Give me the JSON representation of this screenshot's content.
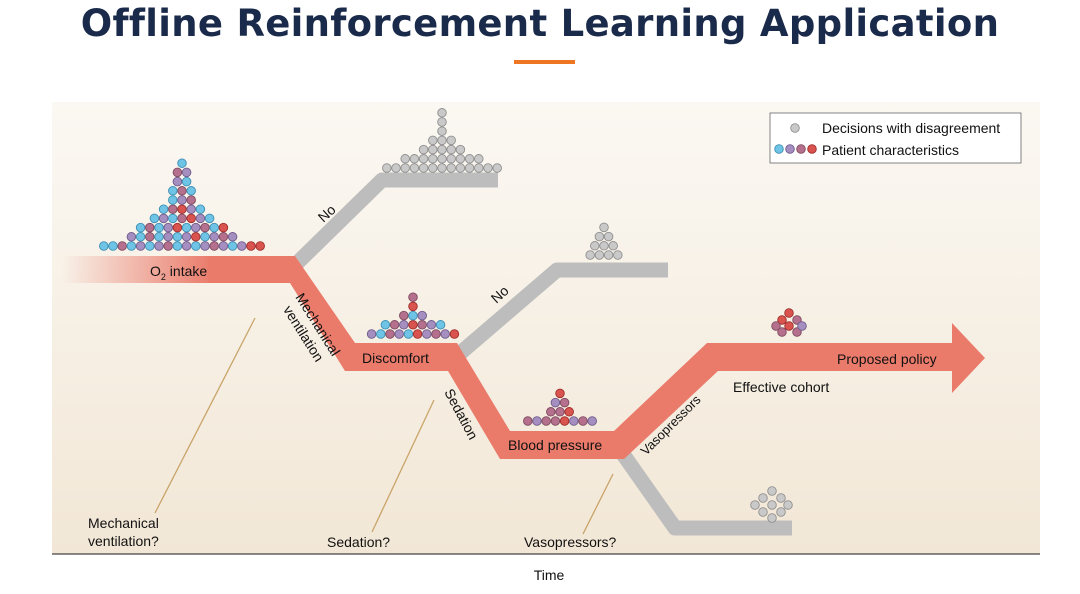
{
  "title": "Offline Reinforcement Learning Application",
  "legend": {
    "disagreement": "Decisions with disagreement",
    "patient": "Patient characteristics"
  },
  "path_labels": {
    "o2_prefix": "O",
    "o2_sub": "2",
    "o2_suffix": " intake",
    "discomfort": "Discomfort",
    "blood_pressure": "Blood pressure",
    "proposed_policy": "Proposed policy",
    "effective_cohort": "Effective cohort"
  },
  "branch_labels": {
    "no_1": "No",
    "no_2": "No",
    "mechanical_ventilation_line1": "Mechanical",
    "mechanical_ventilation_line2": "ventilation",
    "sedation": "Sedation",
    "vasopressors": "Vasopressors"
  },
  "questions": {
    "mv_line1": "Mechanical",
    "mv_line2": "ventilation?",
    "sedation": "Sedation?",
    "vasopressors": "Vasopressors?"
  },
  "axis": {
    "x_label": "Time"
  },
  "colors": {
    "title": "#1a2a4a",
    "accent": "#ee7623",
    "path": "#ea7b6b",
    "branch": "#bdbdbd",
    "pointer": "#c9a46a",
    "dot_blue": "#6fc4e6",
    "dot_purple": "#a58fc0",
    "dot_red": "#d9534f",
    "dot_mauve": "#b4708c",
    "dot_gray": "#c9c9c9"
  }
}
